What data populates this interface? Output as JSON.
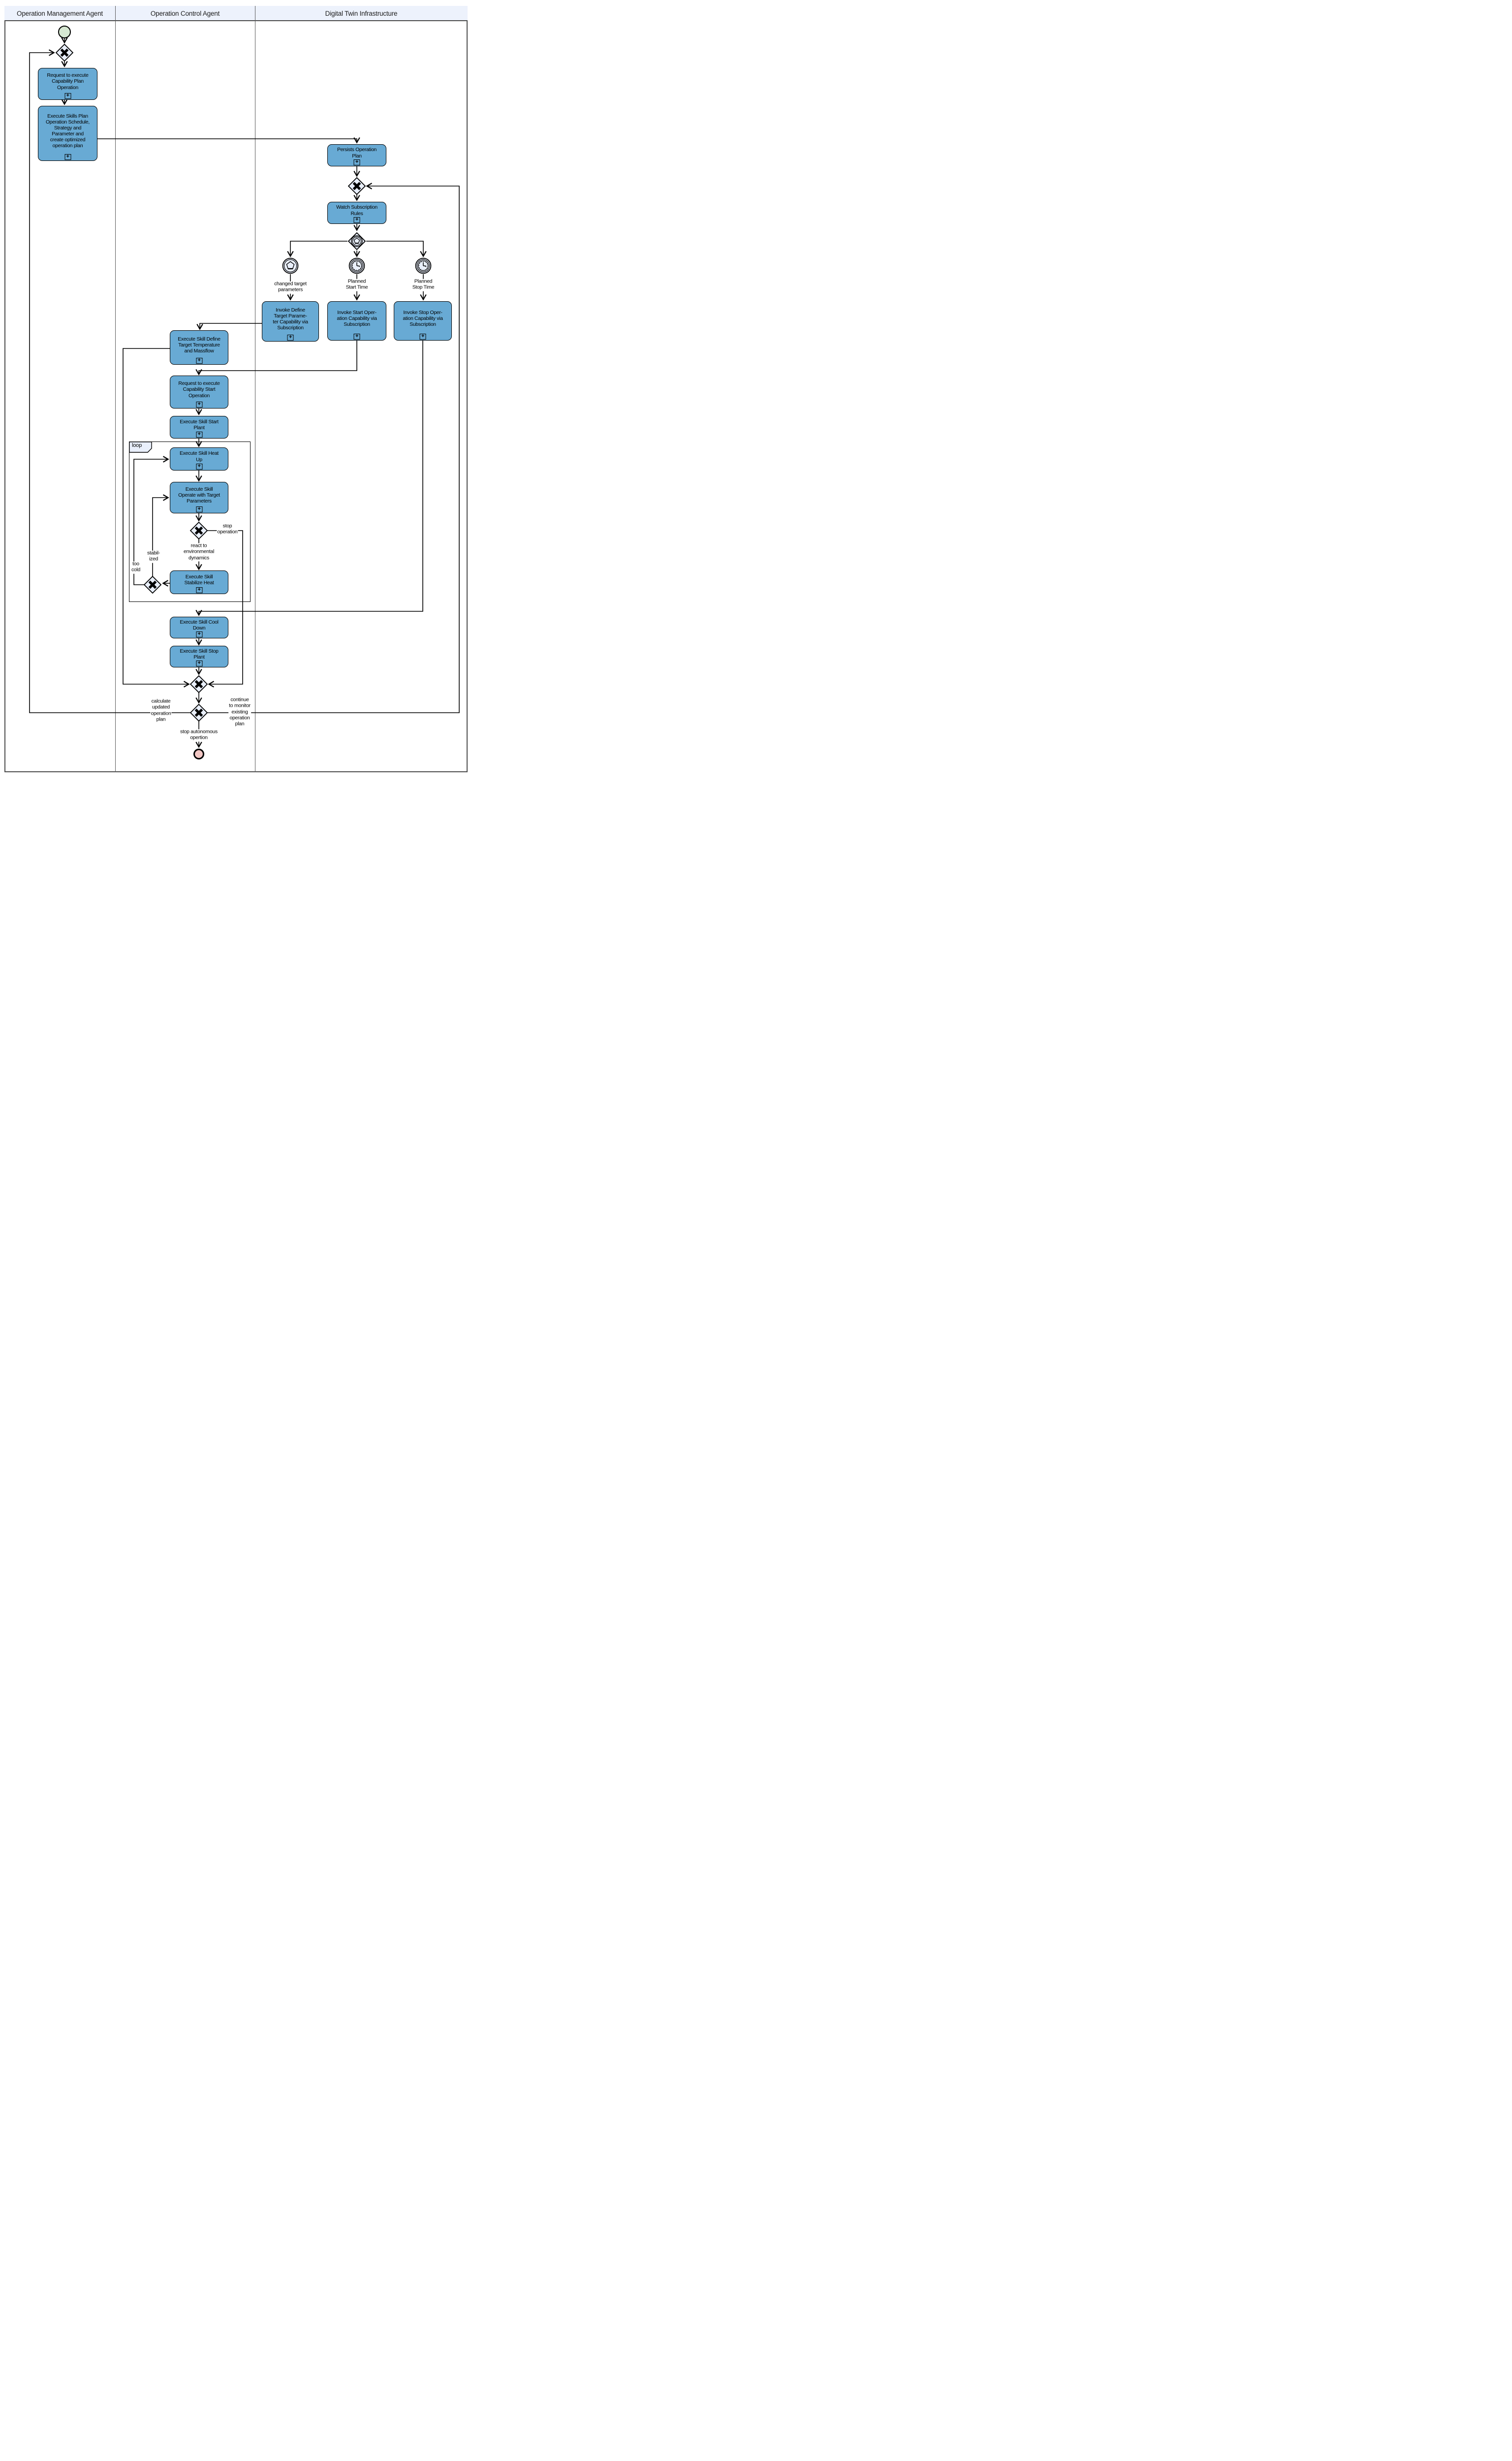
{
  "lanes": {
    "management": "Operation Management Agent",
    "control": "Operation Control Agent",
    "infrastructure": "Digital Twin Infrastructure"
  },
  "tasks": {
    "request_plan": "Request to execute\nCapability Plan\nOperation",
    "execute_skills_plan": "Execute Skills Plan\nOperation Schedule,\nStrategy and\nParameter and\ncreate optimized\noperation plan",
    "persists_plan": "Persists Operation\nPlan",
    "watch_rules": "Watch Subscription\nRules",
    "invoke_define": "Invoke Define\nTarget Parame-\nter Capability via\nSubscription",
    "invoke_start": "Invoke Start Oper-\nation Capability via\nSubscription",
    "invoke_stop": "Invoke Stop Oper-\nation Capability via\nSubscription",
    "skill_define": "Execute Skill Define\nTarget Temperature\nand Massflow",
    "request_start": "Request to execute\nCapability Start\nOperation",
    "skill_start": "Execute Skill Start\nPlant",
    "skill_heat": "Execute Skill Heat\nUp",
    "skill_operate": "Execute Skill\nOperate with Target\nParameters",
    "skill_stabilize": "Execute Skill\nStabilize Heat",
    "skill_cool": "Execute Skill Cool\nDown",
    "skill_stop": "Execute Skill Stop\nPlant"
  },
  "event_labels": {
    "changed_target": "changed target\nparameters",
    "planned_start": "Planned\nStart Time",
    "planned_stop": "Planned\nStop Time"
  },
  "edge_labels": {
    "stop_operation": "stop\noperation",
    "react_env": "react to\nenvironmental\ndynamics",
    "too_cold": "too\ncold",
    "stabilized": "stabil-\nized",
    "calculate_plan": "calculate\nupdated\noperation\nplan",
    "continue_monitor": "continue\nto monitor\nexisting\noperation\nplan",
    "stop_autonomous": "stop autonomous\nopertion"
  },
  "loop_label": "loop",
  "marker_plus": "+",
  "colors": {
    "task_fill": "#68aad4",
    "gateway_fill": "#e9effb",
    "lane_header_fill": "#edf2fc",
    "start_event_fill": "#d6e8d2",
    "end_event_fill": "#f2c7c4",
    "line": "#000000",
    "lane_border": "#4d4d4d"
  }
}
